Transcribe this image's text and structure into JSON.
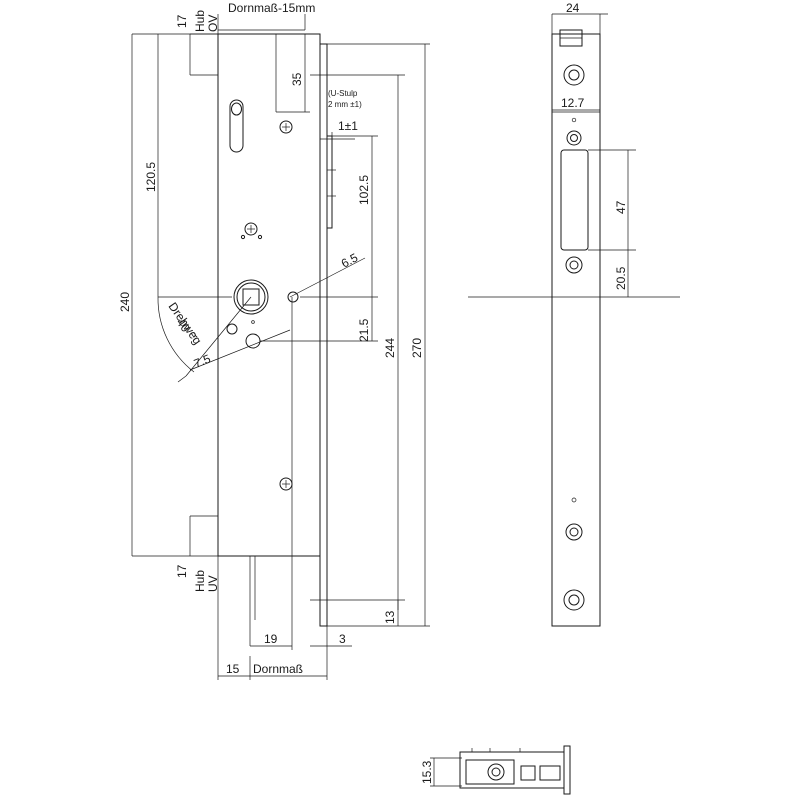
{
  "labels": {
    "top_backset": "Dornmaß-15mm",
    "hub_ov_17": "17",
    "hub_ov_hub": "Hub",
    "hub_ov_ov": "OV",
    "dim_35": "35",
    "u_stulp_1": "(U-Stulp",
    "u_stulp_2": "2 mm ±1)",
    "dim_1pm1": "1±1",
    "dim_120_5": "120.5",
    "dim_102_5": "102.5",
    "dim_6_5": "6.5",
    "dim_240": "240",
    "dim_40": "40",
    "drehweg": "Drehweg",
    "dim_tilde": "~",
    "dim_7_5": "7.5",
    "dim_21_5": "21.5",
    "dim_244": "244",
    "dim_270": "270",
    "hub_uv_17": "17",
    "hub_uv_hub": "Hub",
    "hub_uv_uv": "UV",
    "dim_13": "13",
    "dim_19": "19",
    "dim_3": "3",
    "dim_15": "15",
    "bottom_backset": "Dornmaß",
    "dim_24": "24",
    "dim_12_7": "12.7",
    "dim_47": "47",
    "dim_20_5": "20.5",
    "dim_15_3": "15.3"
  }
}
